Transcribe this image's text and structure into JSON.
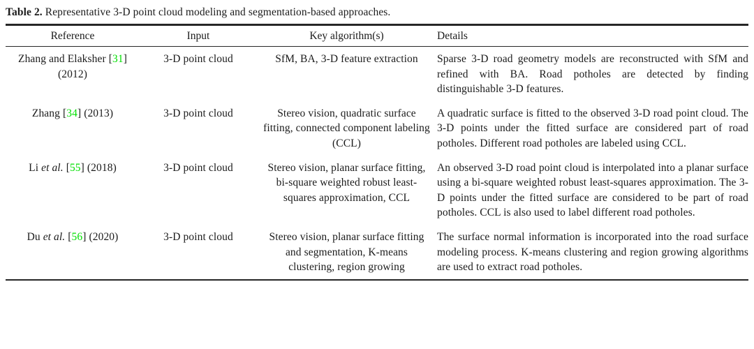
{
  "caption": {
    "label": "Table 2.",
    "text": "Representative 3-D point cloud modeling and segmentation-based approaches."
  },
  "cite_marks": {
    "open": "[",
    "close": "]"
  },
  "colors": {
    "citation_green": "#00df00",
    "text": "#1b1b1b",
    "rule": "#262626"
  },
  "table": {
    "headers": [
      "Reference",
      "Input",
      "Key algorithm(s)",
      "Details"
    ],
    "rows": [
      {
        "ref": {
          "name": "Zhang and Elaksher",
          "etal": "",
          "cite": "31",
          "year": "(2012)"
        },
        "input": "3-D point cloud",
        "algorithms": "SfM, BA, 3-D feature extraction",
        "details": "Sparse 3-D road geometry models are reconstructed with SfM and refined with BA. Road potholes are detected by finding distinguishable 3-D features."
      },
      {
        "ref": {
          "name": "Zhang",
          "etal": "",
          "cite": "34",
          "year": "(2013)"
        },
        "input": "3-D point cloud",
        "algorithms": "Stereo vision, quadratic surface fitting, connected component labeling (CCL)",
        "details": "A quadratic surface is fitted to the observed 3-D road point cloud. The 3-D points under the fitted surface are considered part of road potholes. Different road potholes are labeled using CCL."
      },
      {
        "ref": {
          "name": "Li",
          "etal": " et al.",
          "cite": "55",
          "year": "(2018)"
        },
        "input": "3-D point cloud",
        "algorithms": "Stereo vision, planar surface fitting, bi-square weighted robust least-squares approximation, CCL",
        "details": "An observed 3-D road point cloud is interpolated into a planar surface using a bi-square weighted robust least-squares approximation. The 3-D points under the fitted surface are considered to be part of road potholes. CCL is also used to label different road potholes."
      },
      {
        "ref": {
          "name": "Du",
          "etal": " et al.",
          "cite": "56",
          "year": "(2020)"
        },
        "input": "3-D point cloud",
        "algorithms": "Stereo vision, planar surface fitting and segmentation, K-means clustering, region growing",
        "details": "The surface normal information is incorporated into the road surface modeling process. K-means clustering and region growing algorithms are used to extract road potholes."
      }
    ]
  }
}
